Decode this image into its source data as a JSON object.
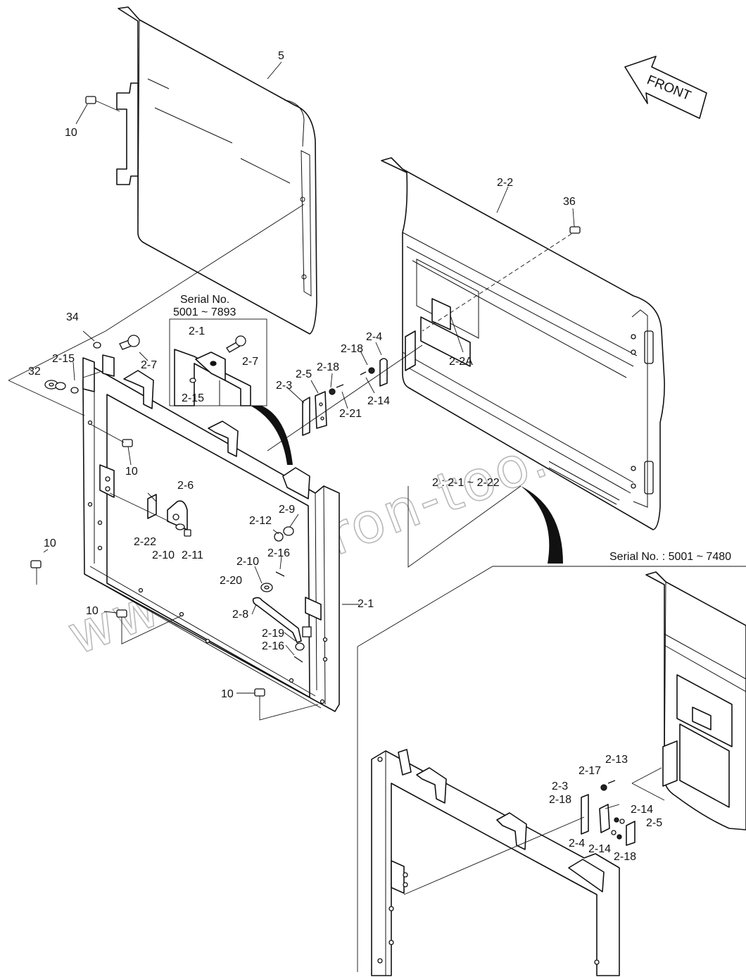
{
  "front_label": "FRONT",
  "serial_note_top": {
    "line1": "Serial No.",
    "line2": "5001 ~ 7893"
  },
  "serial_note_bottom": "Serial No. : 5001 ~ 7480",
  "assembly_note": "2 : 2-1 ~ 2-22",
  "watermark": "www.sinhron-too.kz",
  "labels": {
    "p5": "5",
    "p10a": "10",
    "p10b": "10",
    "p10c": "10",
    "p10d": "10",
    "p10e": "10",
    "p22": "2-2",
    "p36": "36",
    "p22a": "2-2A",
    "p34": "34",
    "p32": "32",
    "p215": "2-15",
    "p27": "2-7",
    "inset_21": "2-1",
    "inset_27": "2-7",
    "inset_215": "2-15",
    "p23": "2-3",
    "p25": "2-5",
    "p218a": "2-18",
    "p218b": "2-18",
    "p24": "2-4",
    "p214": "2-14",
    "p221": "2-21",
    "p26": "2-6",
    "p222": "2-22",
    "p210a": "2-10",
    "p211": "2-11",
    "p212": "2-12",
    "p29": "2-9",
    "p216a": "2-16",
    "p210b": "2-10",
    "p220": "2-20",
    "p28": "2-8",
    "p219": "2-19",
    "p216b": "2-16",
    "p21": "2-1",
    "b213": "2-13",
    "b217": "2-17",
    "b23": "2-3",
    "b218a": "2-18",
    "b214a": "2-14",
    "b25": "2-5",
    "b24": "2-4",
    "b214b": "2-14",
    "b218b": "2-18"
  }
}
